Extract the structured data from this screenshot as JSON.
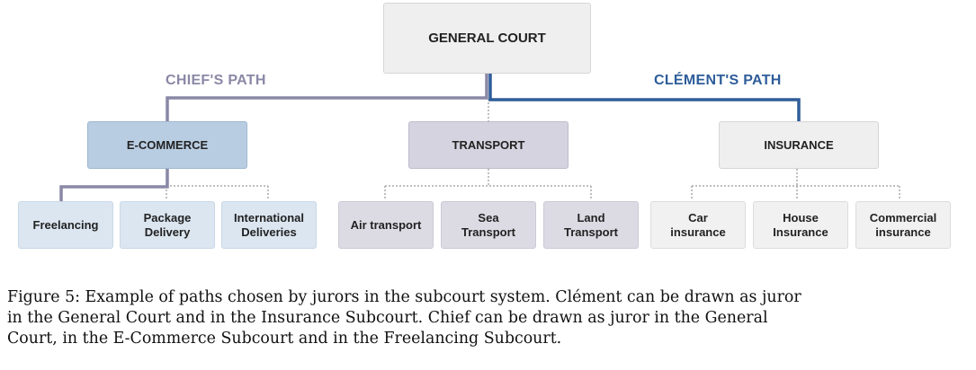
{
  "diagram": {
    "root": "GENERAL COURT",
    "chief_path_label": "CHIEF'S PATH",
    "clement_path_label": "CLÉMENT'S PATH",
    "subcourts": [
      {
        "label": "E-COMMERCE",
        "children": [
          "Freelancing",
          "Package Delivery",
          "International Deliveries"
        ]
      },
      {
        "label": "TRANSPORT",
        "children": [
          "Air transport",
          "Sea Transport",
          "Land Transport"
        ]
      },
      {
        "label": "INSURANCE",
        "children": [
          "Car insurance",
          "House Insurance",
          "Commercial insurance"
        ]
      }
    ],
    "colors": {
      "chief_path": "#8a88a6",
      "clement_path": "#2e5d9a",
      "dotted_connector": "#aaaaaa"
    }
  },
  "caption": {
    "lines": [
      "Figure 5: Example of paths chosen by jurors in the subcourt system. Clément can be drawn as juror",
      "in the General Court and in the Insurance Subcourt.  Chief can be drawn as juror in the General",
      "Court, in the E-Commerce Subcourt and in the Freelancing Subcourt."
    ]
  }
}
